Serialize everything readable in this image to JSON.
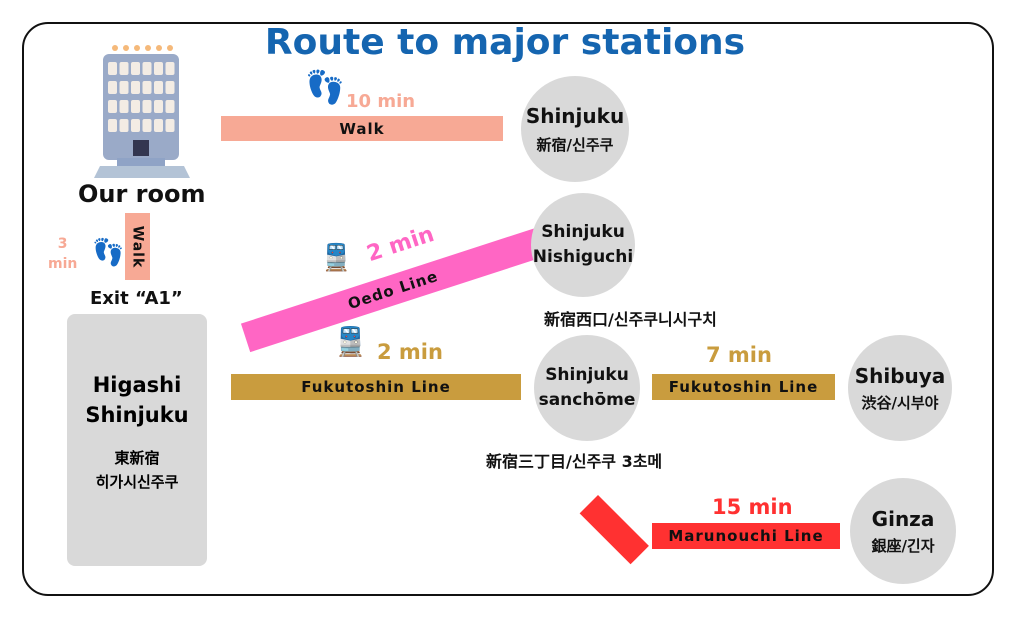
{
  "title": "Route to major stations",
  "origin": {
    "label": "Our room",
    "exit": "Exit “A1”",
    "walk_label": "Walk",
    "walk_time_num": "3",
    "walk_time_unit": "min"
  },
  "station_home": {
    "name_en_1": "Higashi",
    "name_en_2": "Shinjuku",
    "name_ja": "東新宿",
    "name_ko": "히가시신주쿠"
  },
  "routes": {
    "walk": {
      "label": "Walk",
      "time": "10 min"
    },
    "oedo": {
      "label": "Oedo Line",
      "time": "2 min"
    },
    "fukutoshin1": {
      "label": "Fukutoshin Line",
      "time": "2 min"
    },
    "fukutoshin2": {
      "label": "Fukutoshin Line",
      "time": "7 min"
    },
    "marunouchi": {
      "label": "Marunouchi Line",
      "time": "15 min"
    }
  },
  "stations": {
    "shinjuku": {
      "en": "Shinjuku",
      "local": "新宿/신주쿠"
    },
    "nishiguchi": {
      "en1": "Shinjuku",
      "en2": "Nishiguchi",
      "local": "新宿西口/신주쿠니시구치"
    },
    "sanchome": {
      "en1": "Shinjuku",
      "en2": "sanchōme",
      "local": "新宿三丁目/신주쿠 3초메"
    },
    "shibuya": {
      "en": "Shibuya",
      "local": "渋谷/시부야"
    },
    "ginza": {
      "en": "Ginza",
      "local": "銀座/긴자"
    }
  },
  "colors": {
    "title": "#1565b0",
    "walk": "#f7a995",
    "oedo": "#ff66c4",
    "fukutoshin": "#c99c3e",
    "marunouchi": "#ff3131",
    "station": "#d9d9d9"
  }
}
